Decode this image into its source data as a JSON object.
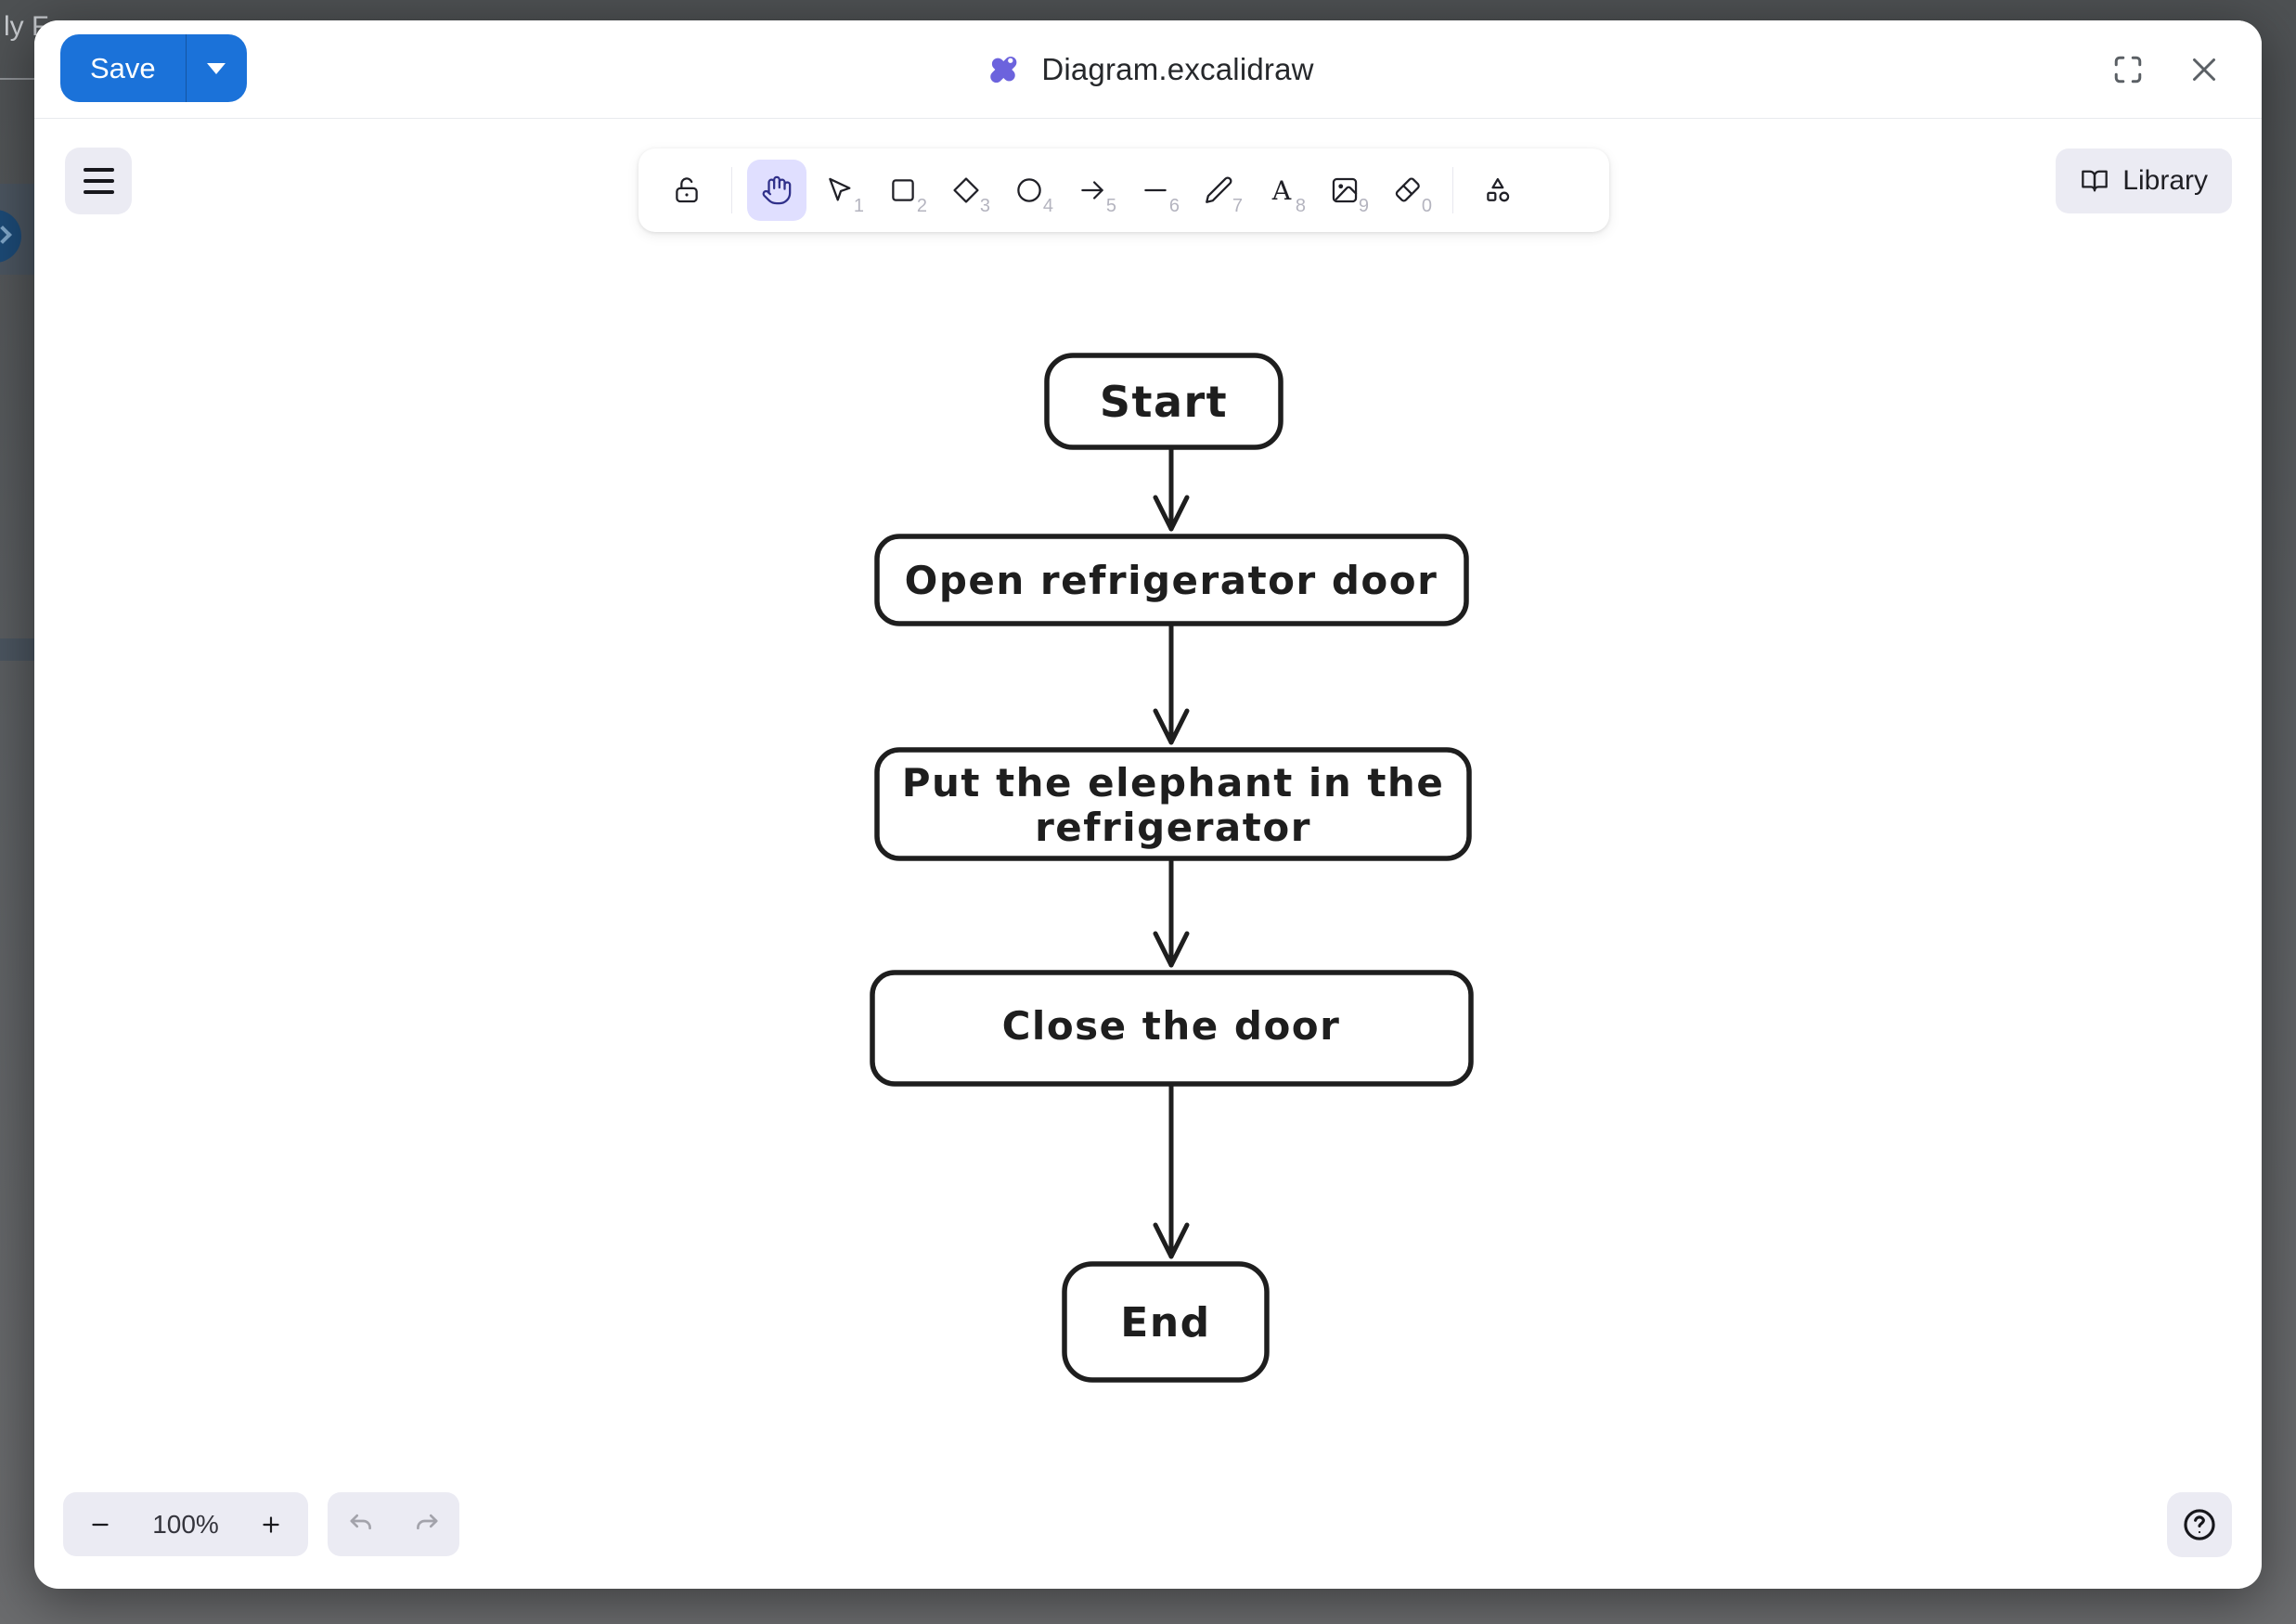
{
  "backdrop": {
    "partial_text": "ly F"
  },
  "header": {
    "save_label": "Save",
    "doc_title": "Diagram.excalidraw"
  },
  "toolbar": {
    "active_tool": "hand",
    "text_tool_glyph": "A",
    "tools": [
      {
        "name": "lock",
        "key": ""
      },
      {
        "name": "hand",
        "key": ""
      },
      {
        "name": "selection",
        "key": "1"
      },
      {
        "name": "rectangle",
        "key": "2"
      },
      {
        "name": "diamond",
        "key": "3"
      },
      {
        "name": "ellipse",
        "key": "4"
      },
      {
        "name": "arrow",
        "key": "5"
      },
      {
        "name": "line",
        "key": "6"
      },
      {
        "name": "draw",
        "key": "7"
      },
      {
        "name": "text",
        "key": "8"
      },
      {
        "name": "image",
        "key": "9"
      },
      {
        "name": "eraser",
        "key": "0"
      },
      {
        "name": "more-shapes",
        "key": ""
      }
    ]
  },
  "library": {
    "label": "Library"
  },
  "flowchart": {
    "nodes": [
      {
        "label": "Start"
      },
      {
        "label": "Open refrigerator door"
      },
      {
        "line1": "Put the elephant in the",
        "line2": "refrigerator"
      },
      {
        "label": "Close the door"
      },
      {
        "label": "End"
      }
    ]
  },
  "footer": {
    "zoom_level": "100%"
  },
  "colors": {
    "accent_blue": "#1b72d9",
    "excalidraw_purple": "#6c63dd",
    "island_bg": "#ebebf3",
    "selected_tool_bg": "#e0dfff",
    "selected_tool_icon": "#30308a",
    "stroke": "#1e1e1e"
  }
}
